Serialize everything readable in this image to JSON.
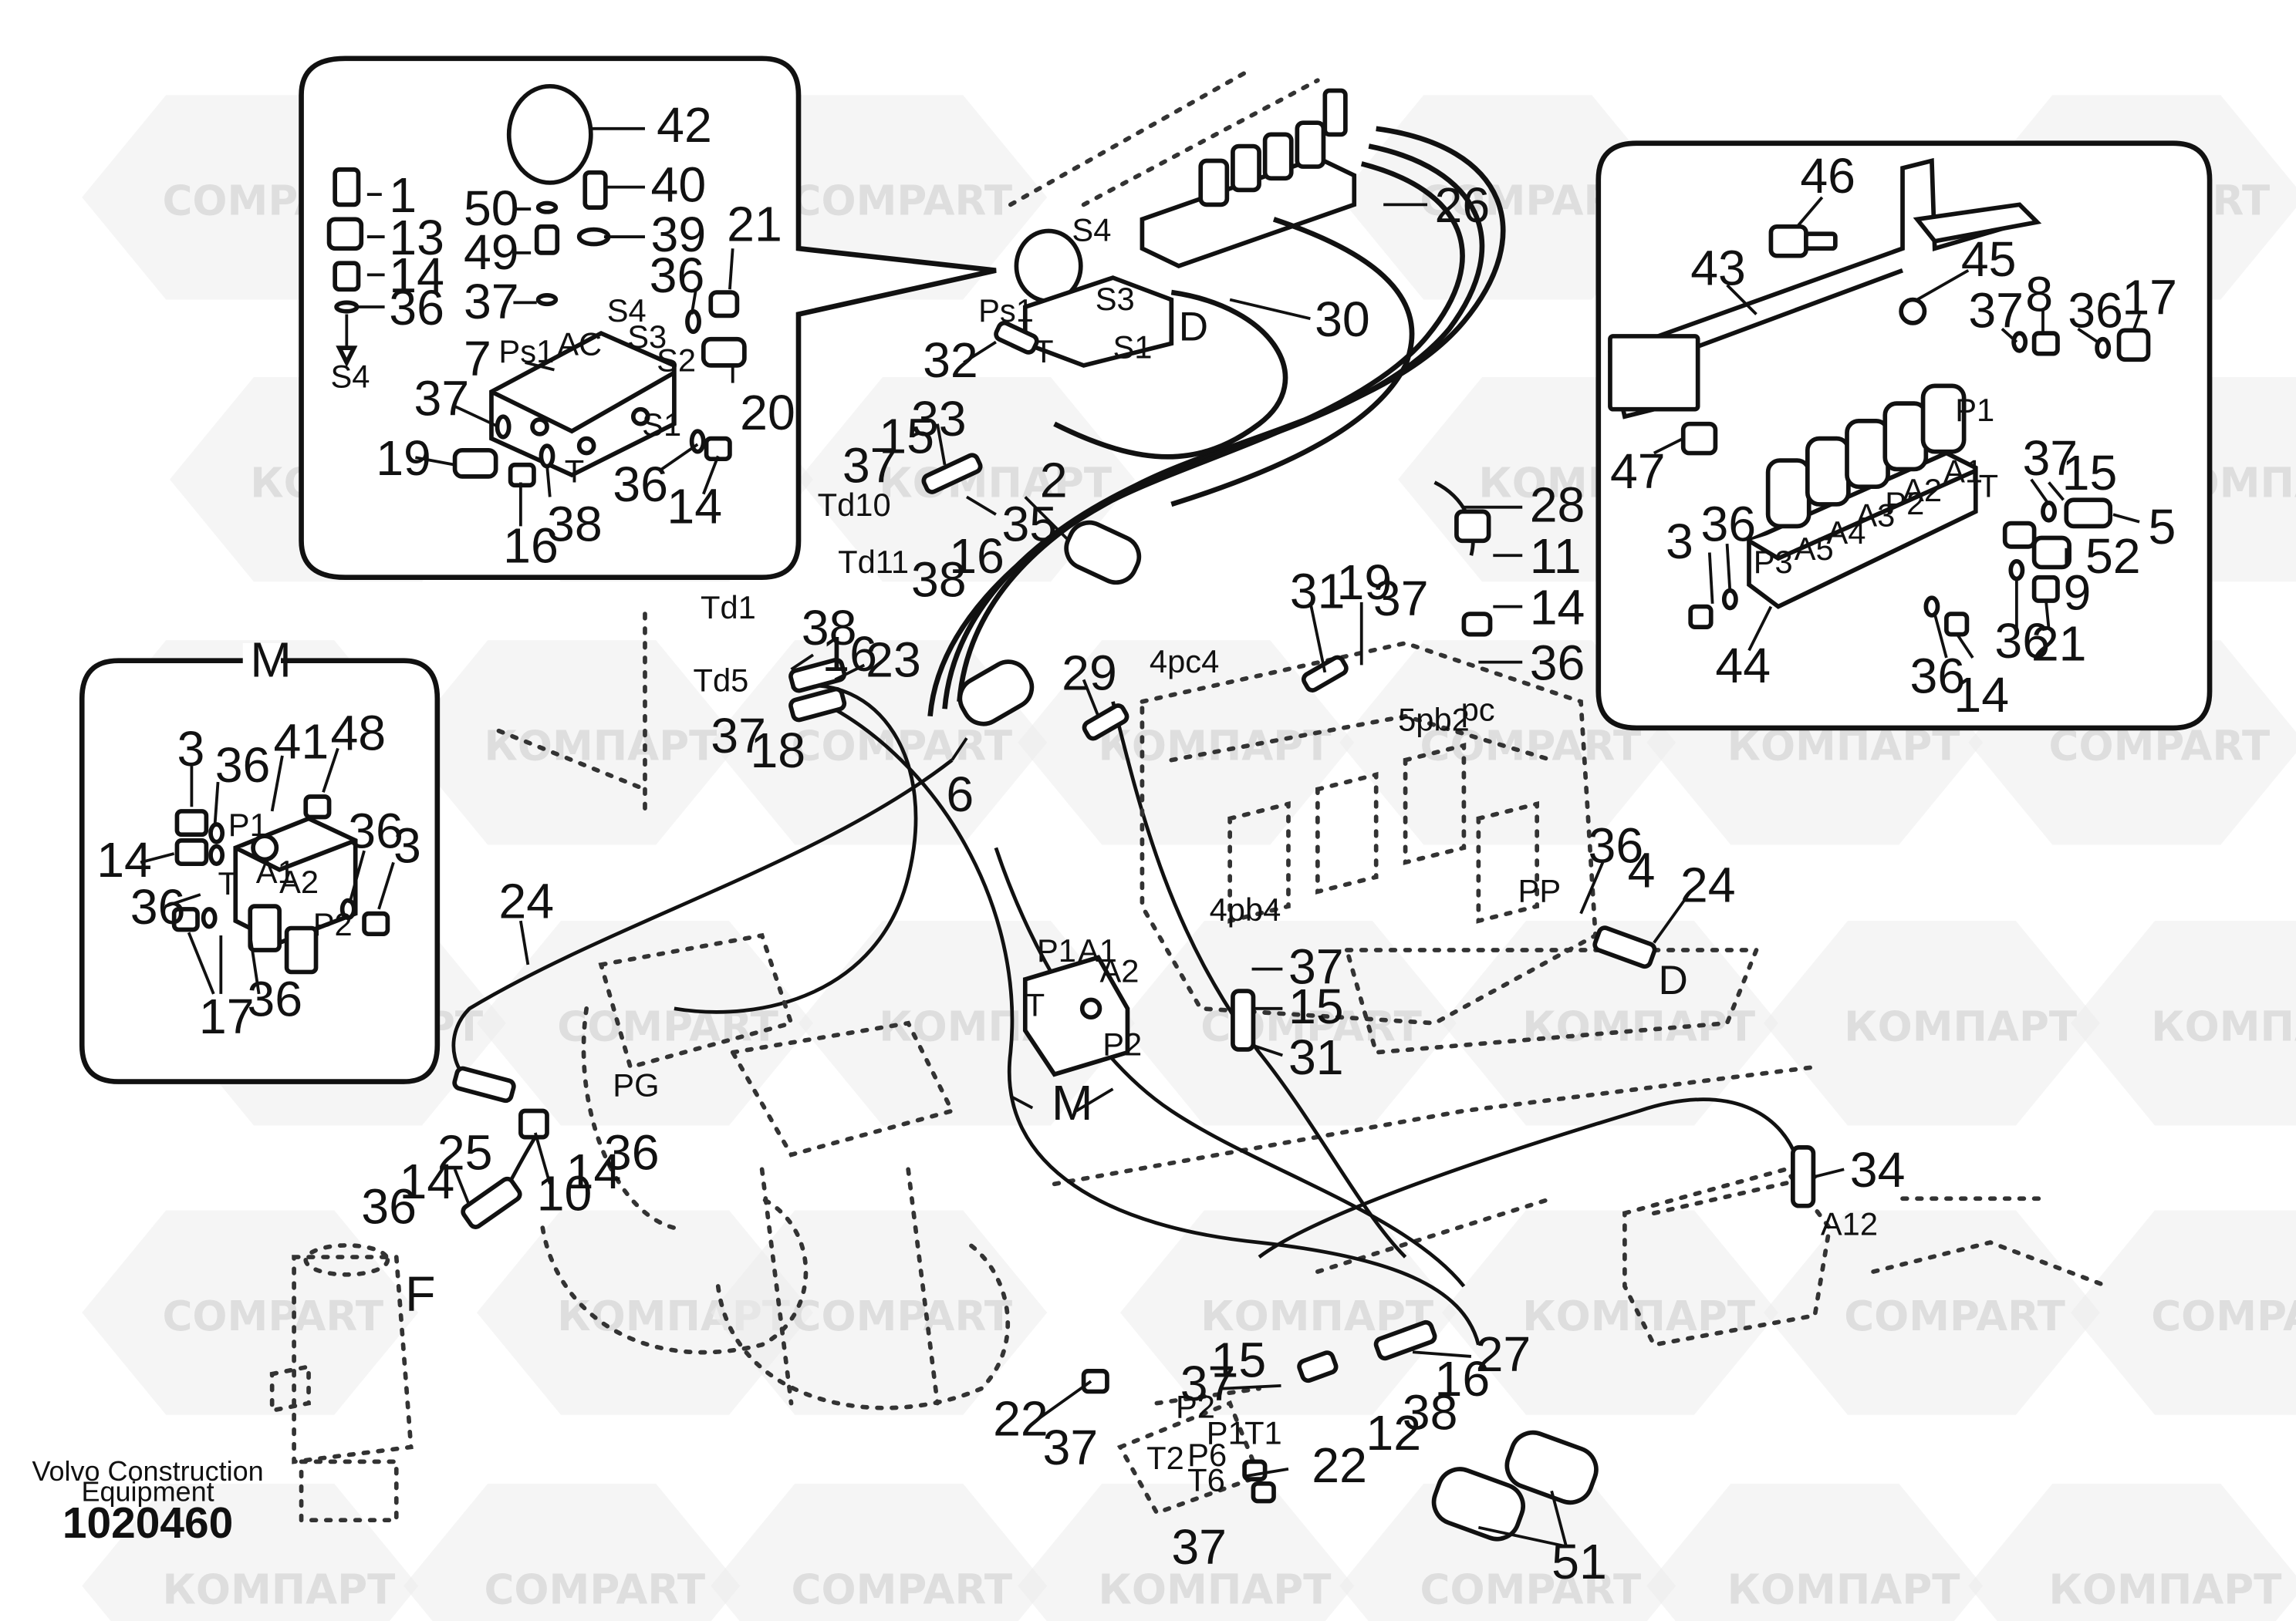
{
  "watermark": {
    "text_latin": "COMPART",
    "text_cyrillic": "КОМПАРТ"
  },
  "credit": {
    "line1": "Volvo Construction",
    "line2": "Equipment"
  },
  "doc_number": "1020460",
  "insets": {
    "top_left": {
      "labels": [
        "S4",
        "Ps1",
        "AC",
        "S3",
        "S2",
        "S1",
        "T",
        "S4"
      ],
      "callouts": [
        "42",
        "1",
        "40",
        "50",
        "13",
        "39",
        "49",
        "14",
        "36",
        "21",
        "37",
        "36",
        "7",
        "20",
        "37",
        "19",
        "36",
        "14",
        "38",
        "16"
      ]
    },
    "left_m": {
      "title": "M",
      "labels": [
        "P1",
        "A1",
        "A2",
        "P2",
        "T"
      ],
      "callouts": [
        "3",
        "41",
        "48",
        "36",
        "14",
        "36",
        "3",
        "36",
        "17",
        "36"
      ]
    },
    "top_right": {
      "labels": [
        "P1",
        "A1",
        "A2",
        "P2",
        "A3",
        "A4",
        "A5",
        "P3",
        "T"
      ],
      "callouts": [
        "46",
        "43",
        "45",
        "37",
        "8",
        "36",
        "17",
        "47",
        "15",
        "37",
        "5",
        "3",
        "36",
        "52",
        "9",
        "44",
        "36",
        "14",
        "36",
        "21"
      ]
    }
  },
  "main": {
    "labels": [
      "S4",
      "Ps1",
      "S1",
      "S3",
      "T",
      "D",
      "Td10",
      "Td11",
      "Td1",
      "Td5",
      "4pc4",
      "5pb2",
      "pc",
      "PP",
      "D",
      "4pb4",
      "P1",
      "A1",
      "A2",
      "T",
      "P2",
      "M",
      "PG",
      "F",
      "A12",
      "P2",
      "P1",
      "T1",
      "T2",
      "P6",
      "T6"
    ],
    "callouts": [
      "26",
      "30",
      "32",
      "33",
      "15",
      "37",
      "2",
      "35",
      "16",
      "38",
      "28",
      "11",
      "14",
      "36",
      "31",
      "19",
      "37",
      "38",
      "16",
      "23",
      "37",
      "18",
      "6",
      "29",
      "24",
      "36",
      "4",
      "24",
      "37",
      "15",
      "31",
      "25",
      "14",
      "10",
      "14",
      "36",
      "36",
      "34",
      "27",
      "16",
      "15",
      "37",
      "22",
      "37",
      "38",
      "12",
      "22",
      "37",
      "51"
    ]
  }
}
